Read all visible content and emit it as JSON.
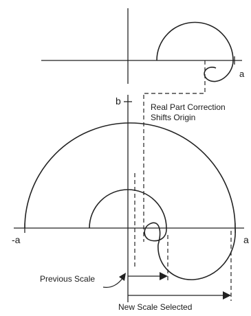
{
  "labels": {
    "a_top": "a",
    "b": "b",
    "neg_a": "-a",
    "a_bottom": "a",
    "caption": "Real Part Correction\nShifts Origin",
    "previous_scale": "Previous Scale",
    "new_scale": "New Scale Selected"
  }
}
